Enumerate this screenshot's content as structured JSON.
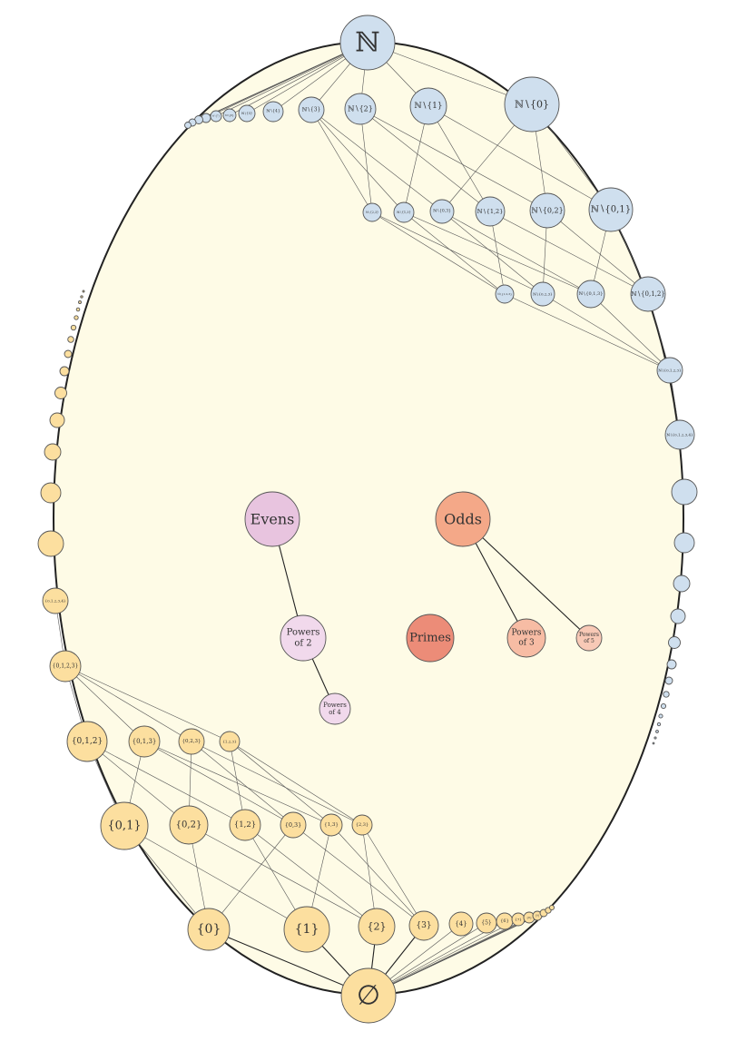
{
  "labels": {
    "top": "ℕ",
    "bottom": "∅",
    "evens": "Evens",
    "odds": "Odds",
    "primes": "Primes",
    "powers2": [
      "Powers",
      "of 2"
    ],
    "powers4": [
      "Powers",
      "of 4"
    ],
    "powers3": [
      "Powers",
      "of 3"
    ],
    "powers5": [
      "Powers",
      "of 5"
    ],
    "cofinite_level1": [
      "ℕ∖{0}",
      "ℕ∖{1}",
      "ℕ∖{2}",
      "ℕ∖{3}",
      "ℕ∖{4}",
      "ℕ∖{5}",
      "ℕ∖{6}",
      "ℕ∖{7}"
    ],
    "cofinite_level2": [
      "ℕ∖{0,1}",
      "ℕ∖{0,2}",
      "ℕ∖{1,2}",
      "ℕ∖{0,3}",
      "ℕ∖{1,3}",
      "ℕ∖{2,3}"
    ],
    "cofinite_level3": [
      "ℕ∖{0,1,2}",
      "ℕ∖{0,1,3}",
      "ℕ∖{0,2,3}",
      "ℕ∖{1,2,3}"
    ],
    "cofinite_level4": "ℕ∖{0,1,2,3}",
    "cofinite_level5": "ℕ∖{0,1,2,3,4}",
    "finite_level1": [
      "{0}",
      "{1}",
      "{2}",
      "{3}",
      "{4}",
      "{5}",
      "{6}",
      "{7}",
      "{8}",
      "{9}"
    ],
    "finite_level2": [
      "{0,1}",
      "{0,2}",
      "{1,2}",
      "{0,3}",
      "{1,3}",
      "{2,3}"
    ],
    "finite_level3": [
      "{0,1,2}",
      "{0,1,3}",
      "{0,2,3}",
      "{1,2,3}"
    ],
    "finite_level4": "{0,1,2,3}",
    "finite_level5": "{0,1,2,3,4}"
  },
  "colors": {
    "background_ellipse": "#fefbe6",
    "cofinite_fill": "#cfdfee",
    "finite_fill": "#fcdf9f",
    "evens_fill": "#e8c4df",
    "powers2_fill": "#f1d9ec",
    "odds_fill": "#f4a888",
    "powers3_fill": "#f7bca4",
    "powers5_fill": "#f8c9b6",
    "primes_fill": "#ec8c78"
  }
}
